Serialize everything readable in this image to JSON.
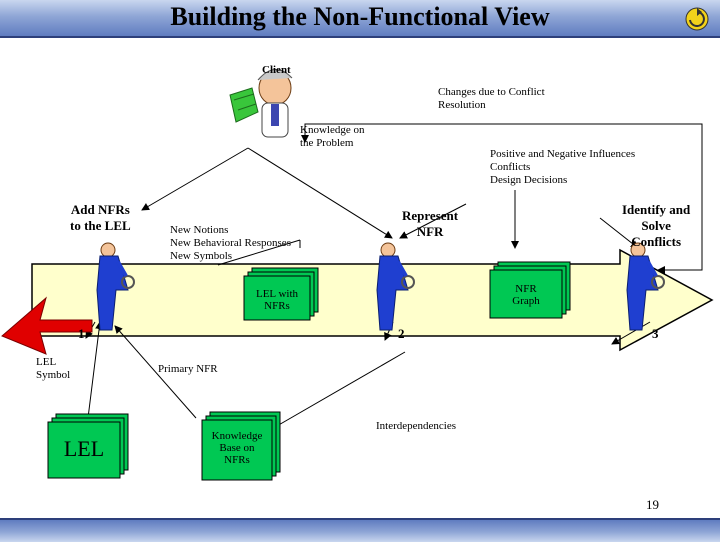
{
  "header": {
    "title": "Building the Non-Functional View"
  },
  "labels": {
    "client": "Client",
    "changes": "Changes due to Conflict\nResolution",
    "knowledge": "Knowledge on\nthe Problem",
    "influences": "Positive and Negative Influences\nConflicts\nDesign Decisions",
    "add_nfrs": "Add NFRs\nto the  LEL",
    "new_notions": "New Notions\nNew Behavioral Responses\nNew Symbols",
    "represent": "Represent\nNFR",
    "identify": "Identify and\nSolve\nConflicts",
    "lel_with_nfrs": "LEL with\nNFRs",
    "nfr_graph": "NFR\nGraph",
    "step1": "1",
    "step2": "2",
    "step3": "3",
    "lel_symbol": "LEL\nSymbol",
    "primary_nfr": "Primary NFR",
    "lel": "LEL",
    "knowledge_base": "Knowledge\nBase on\nNFRs",
    "interdependencies": "Interdependencies",
    "page_number": "19"
  },
  "colors": {
    "arrow_fill": "#ffffcc",
    "arrow_border": "#000000",
    "doc_fill": "#00c853",
    "red_arrow": "#e00000",
    "worker_suit": "#1f3fd0",
    "header_band": "#8fa6d6"
  }
}
